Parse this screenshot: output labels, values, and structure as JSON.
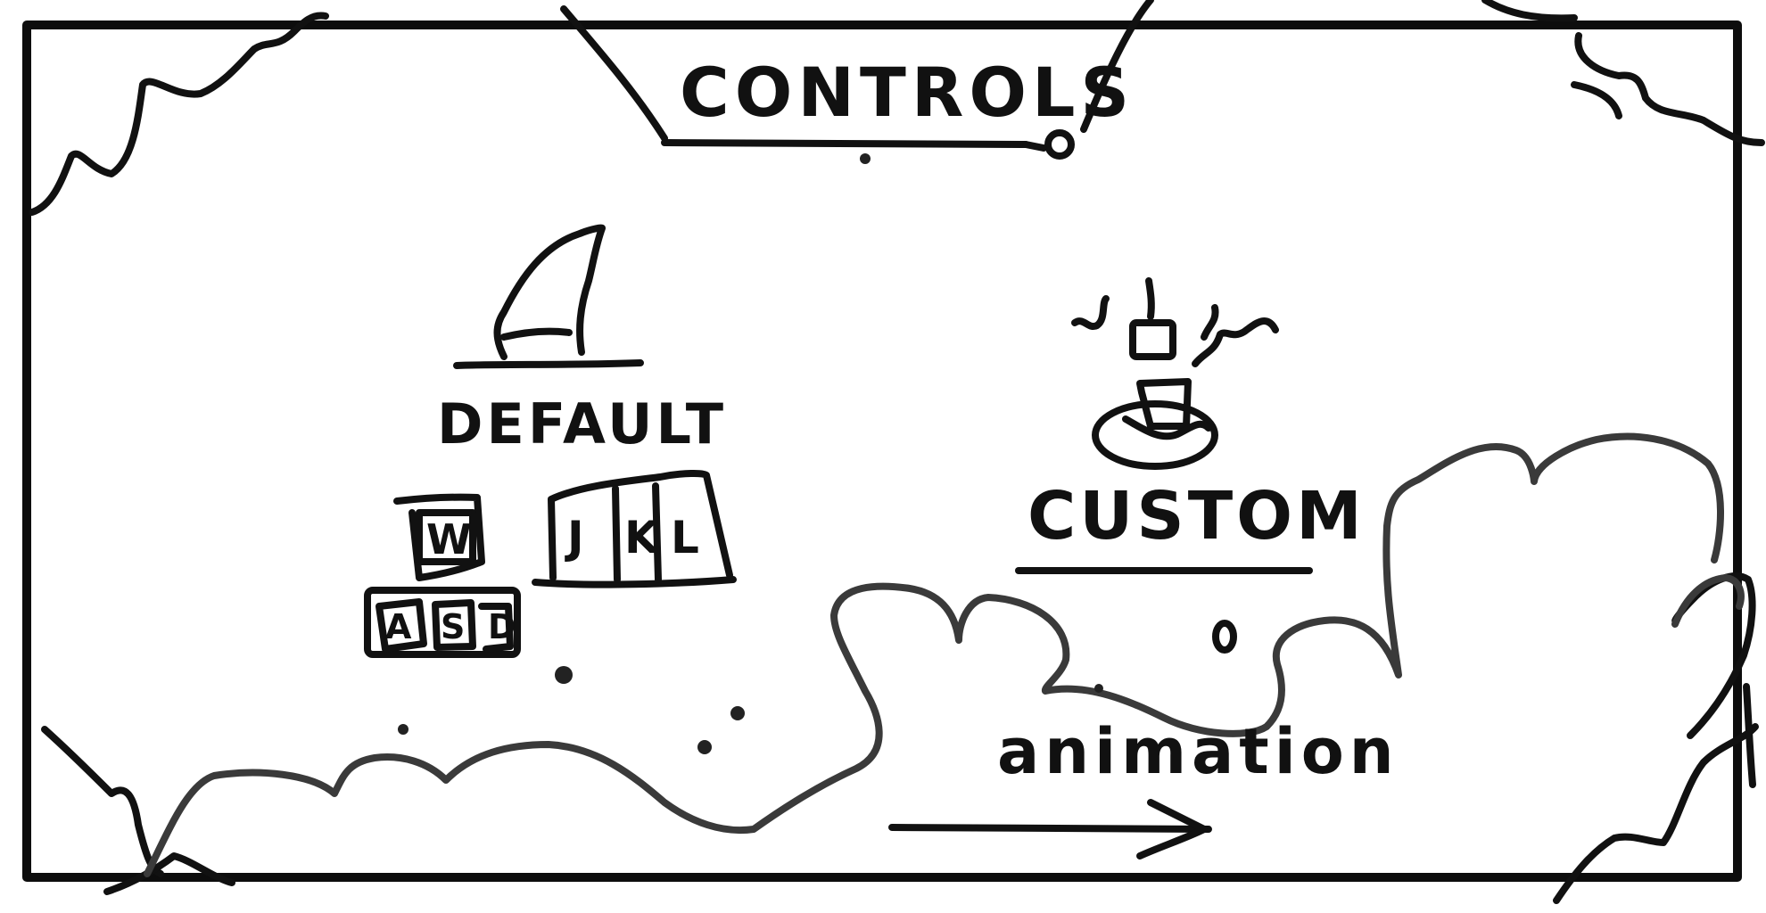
{
  "title": "CONTROLS",
  "options": [
    {
      "id": "default",
      "label": "DEFAULT",
      "icon": "sailboat-icon"
    },
    {
      "id": "custom",
      "label": "CUSTOM",
      "icon": "cake-icon"
    }
  ],
  "default_keys": {
    "up": "W",
    "left_row": [
      "A",
      "S",
      "D"
    ],
    "action_row": [
      "J",
      "K",
      "L"
    ]
  },
  "animation_label": "animation",
  "colors": {
    "ink": "#111111",
    "background": "#ffffff",
    "soft_ink": "#3a3a3a"
  }
}
